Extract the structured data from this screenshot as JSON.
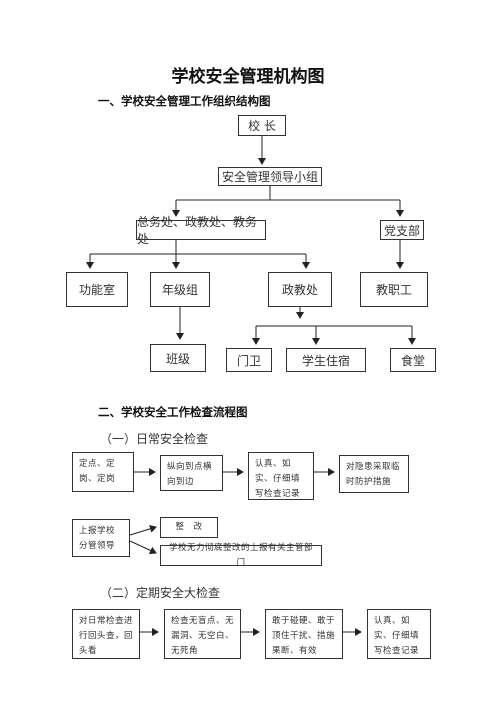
{
  "title": "学校安全管理机构图",
  "section1": {
    "heading": "一、学校安全管理工作组织结构图",
    "nodes": {
      "principal": "校 长",
      "leading_group": "安全管理领导小组",
      "offices": "总务处、政教处、教务处",
      "party_branch": "党支部",
      "function_room": "功能室",
      "grade_group": "年级组",
      "political_office": "政教处",
      "staff": "教职工",
      "class": "班级",
      "gate_guard": "门卫",
      "dormitory": "学生住宿",
      "canteen": "食堂"
    }
  },
  "section2": {
    "heading": "二、学校安全工作检查流程图",
    "daily": {
      "heading": "（一）日常安全检查",
      "step1": "定点、定岗、定岗",
      "step2": "纵向到点横向到边",
      "step3": "认真、如实、仔细填写检查记录",
      "step4": "对隐患采取临时防护措施",
      "report": "上报学校分管领导",
      "rectify": "整　改",
      "escalate": "学校无力彻底整改的上报有关主管部门"
    },
    "periodic": {
      "heading": "（二）定期安全大检查",
      "step1": "对日常检查进行回头查，回头看",
      "step2": "检查无盲点、无漏洞、无空白、无死角",
      "step3": "敢于碰硬、敢于顶住干扰、措施果断、有效",
      "step4": "认真、如实、仔细填写检查记录"
    }
  }
}
